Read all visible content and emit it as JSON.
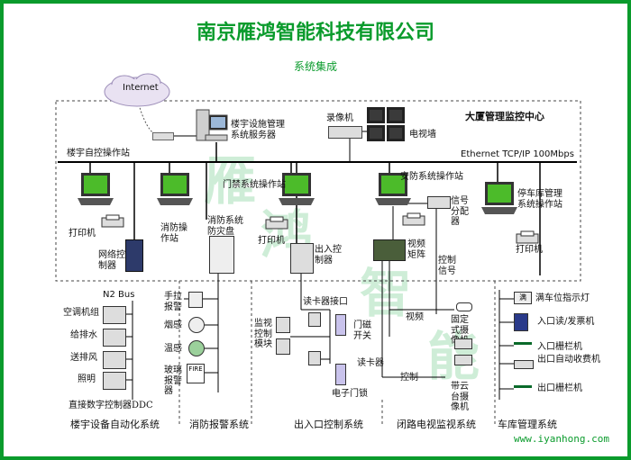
{
  "header": {
    "title": "南京雁鸿智能科技有限公司",
    "subtitle": "系统集成"
  },
  "cloud": {
    "label": "Internet"
  },
  "center": {
    "label": "大厦管理监控中心",
    "network": "Ethernet TCP/IP 100Mbps"
  },
  "devices": {
    "server": "楼宇设施管理系统服务器",
    "recorder": "录像机",
    "tv_wall": "电视墙",
    "bas_station": "楼宇自控操作站",
    "printer": "打印机",
    "ddc_network": "网络控制器",
    "fire_station": "消防操作站",
    "fire_panel": "消防系统防灾盘",
    "access_station": "门禁系统操作站",
    "access_printer": "打印机",
    "access_controller": "出入控制器",
    "security_station": "安防系统操作站",
    "video_matrix": "视频矩阵",
    "signal_dist": "信号分配器",
    "control_signal": "控制信号",
    "parking_station": "停车库管理系统操作站",
    "parking_printer": "打印机"
  },
  "field": {
    "n2bus": "N2 Bus",
    "hvac": "空调机组",
    "water": "给排水",
    "fan": "送排风",
    "lighting": "照明",
    "ddc": "直接数字控制器DDC",
    "manual_alarm": "手拉报警",
    "smoke": "烟感",
    "temp": "温感",
    "glass_alarm": "玻璃报警器",
    "fire_box": "FIRE",
    "reader_interface": "读卡器接口",
    "monitor_module": "监视控制模块",
    "door_switch": "门磁开关",
    "card_reader": "读卡器",
    "door_lock": "电子门锁",
    "video": "视频",
    "control": "控制",
    "fixed_camera": "固定式摄像机",
    "ptz_camera": "带云台摄像机",
    "full_indicator": "满车位指示灯",
    "full_tag": "满",
    "entry_reader": "入口读/发票机",
    "entry_barrier": "入口栅栏机",
    "exit_payment": "出口自动收费机",
    "exit_barrier": "出口栅栏机"
  },
  "systems": [
    "楼宇设备自动化系统",
    "消防报警系统",
    "出入口控制系统",
    "闭路电视监视系统",
    "车库管理系统"
  ],
  "watermark": [
    "雁",
    "鸿",
    "智",
    "能"
  ],
  "footer": {
    "website": "www.iyanhong.com"
  }
}
